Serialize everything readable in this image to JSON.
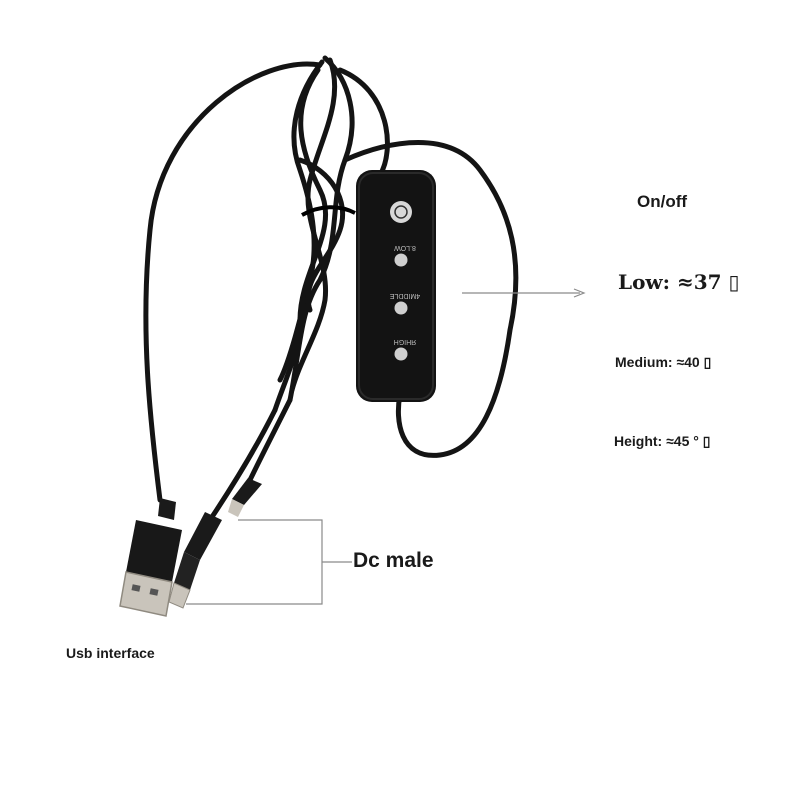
{
  "labels": {
    "on_off": "On/off",
    "low": "Low: ≈37 ▯",
    "medium": "Medium: ≈40 ▯",
    "high": "Height: ≈45 ° ▯",
    "dc_male": "Dc male",
    "usb": "Usb interface"
  },
  "switch_buttons": {
    "low": "8.LOW",
    "middle": "4MIDDLE",
    "high": "ЯHIGH"
  },
  "colors": {
    "cable": "#141414",
    "usb_metal": "#c9c4bb",
    "pointer_line": "#8a8a8a"
  }
}
